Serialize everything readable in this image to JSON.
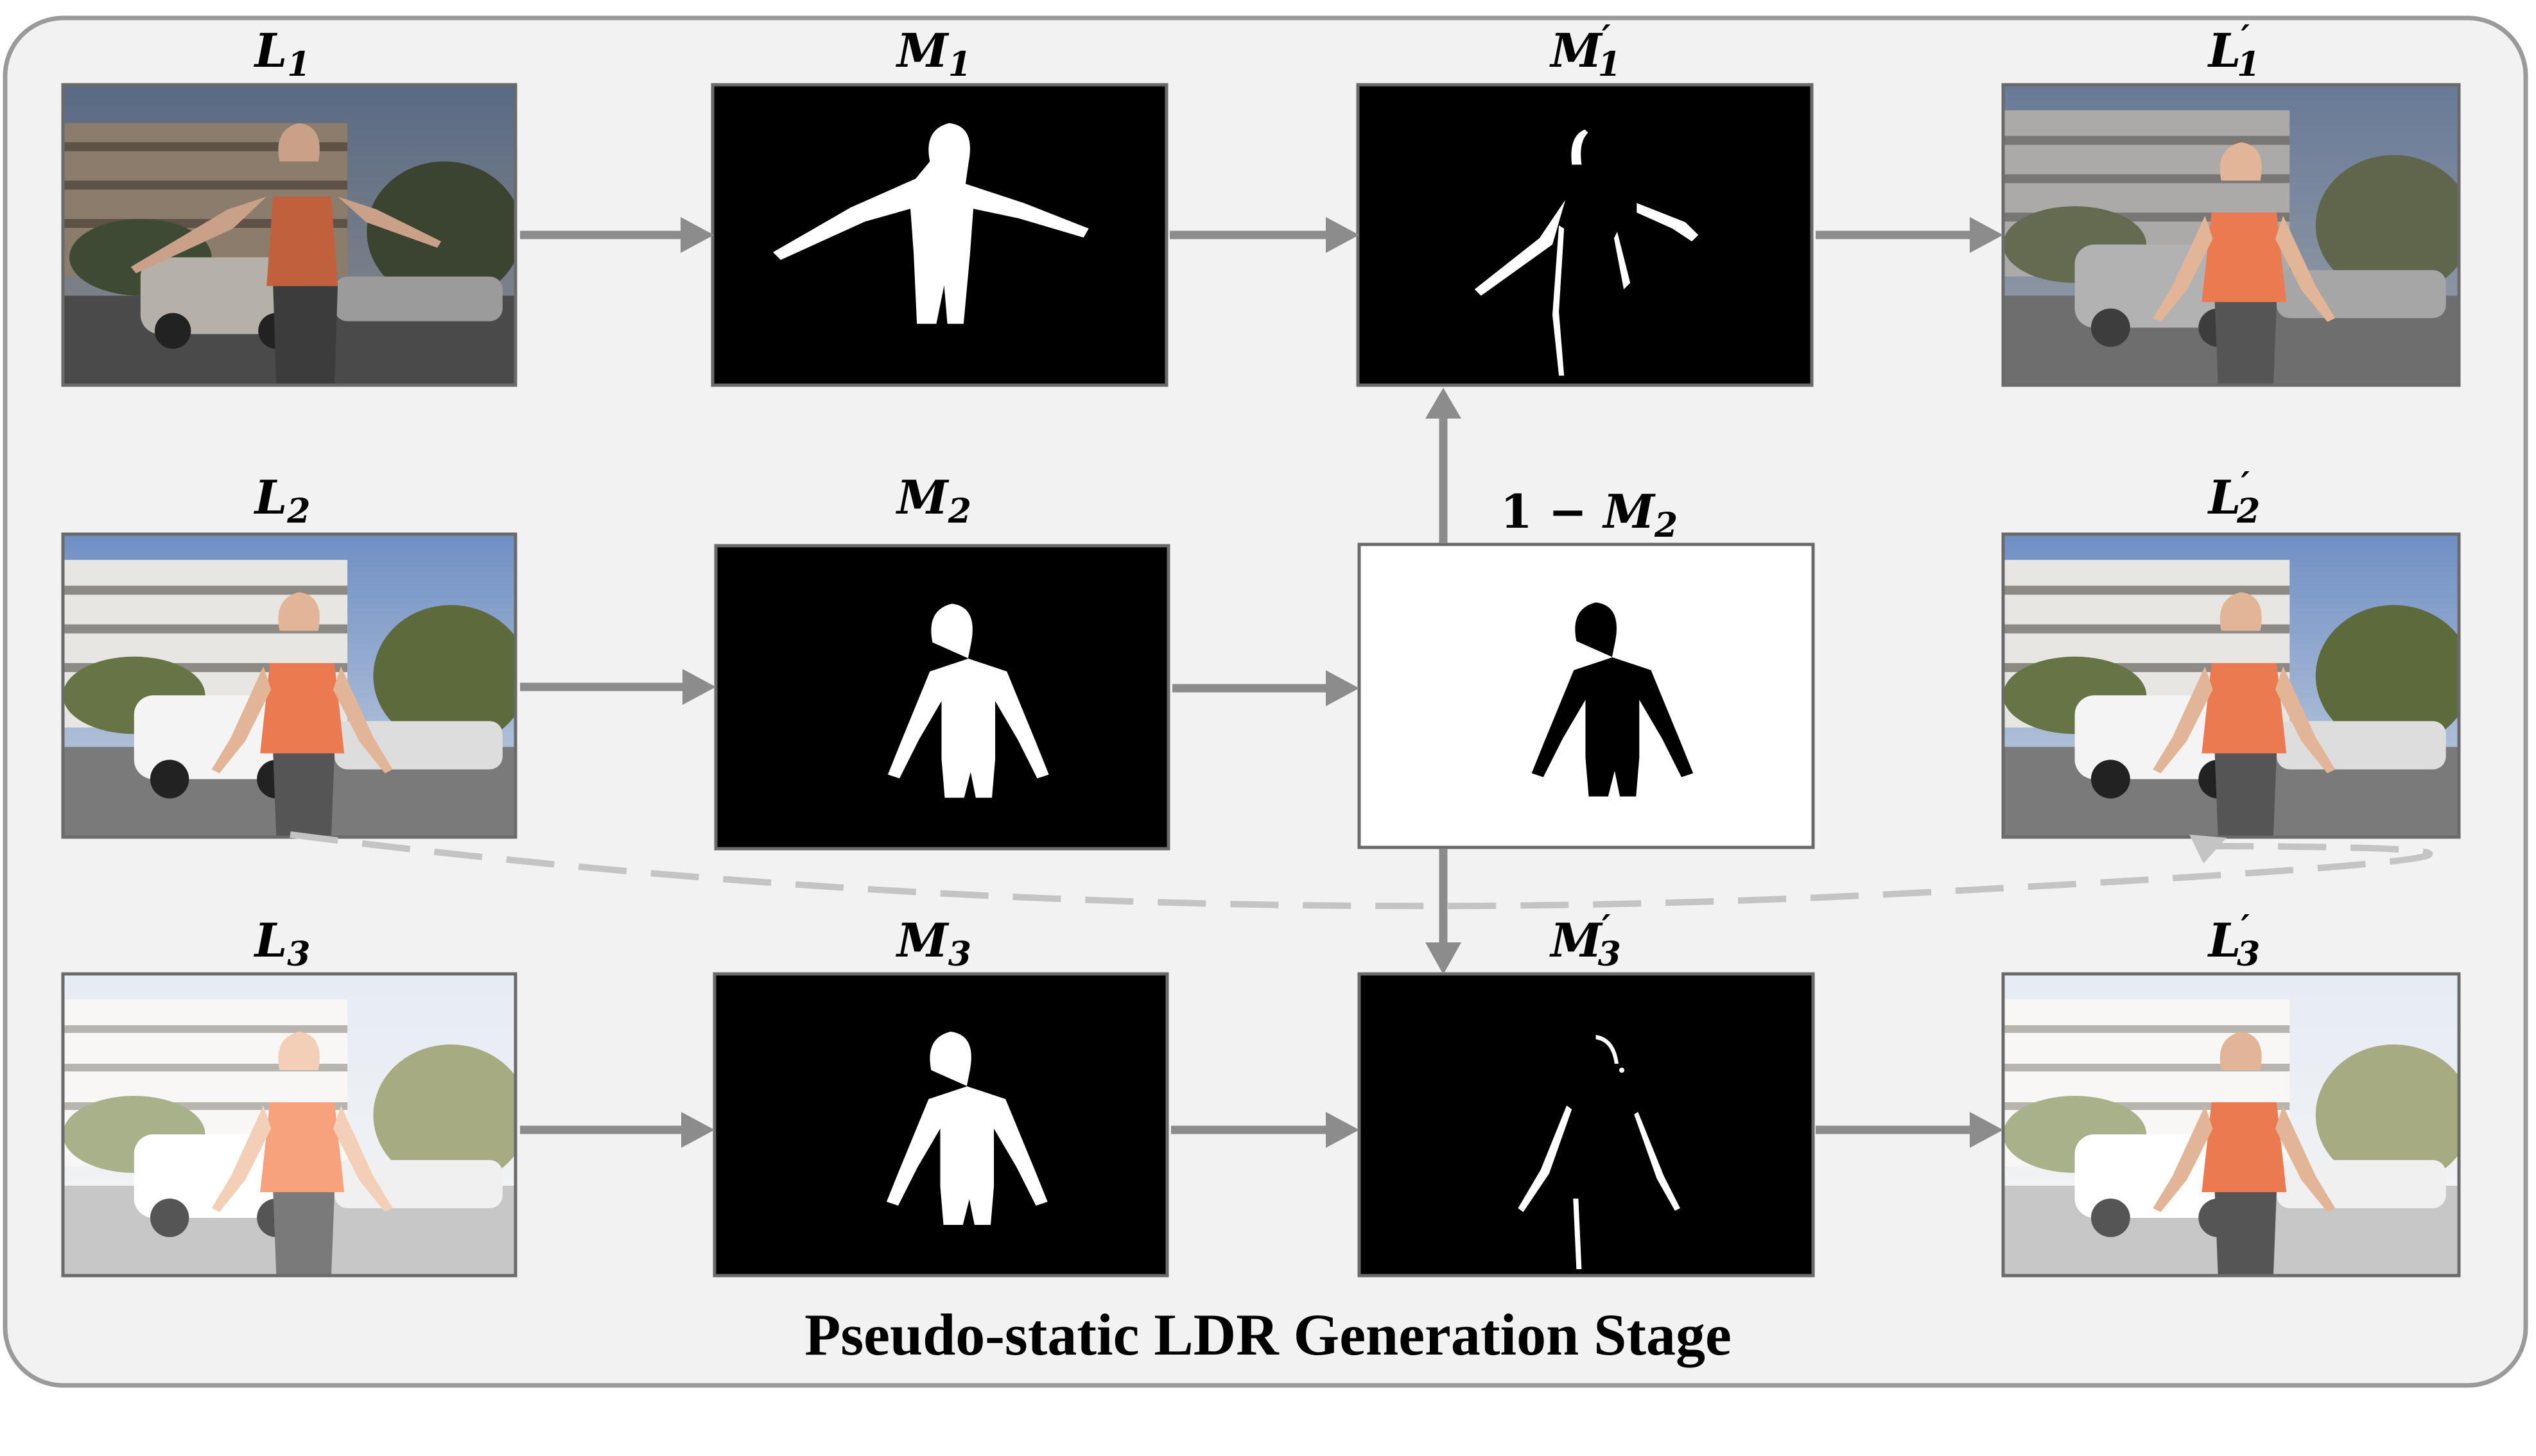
{
  "caption": "Pseudo-static LDR Generation Stage",
  "labels": {
    "L1": {
      "base": "L",
      "sub": "1",
      "prime": ""
    },
    "L2": {
      "base": "L",
      "sub": "2",
      "prime": ""
    },
    "L3": {
      "base": "L",
      "sub": "3",
      "prime": ""
    },
    "M1": {
      "base": "M",
      "sub": "1",
      "prime": ""
    },
    "M2": {
      "base": "M",
      "sub": "2",
      "prime": ""
    },
    "M3": {
      "base": "M",
      "sub": "3",
      "prime": ""
    },
    "M1p": {
      "base": "M",
      "sub": "1",
      "prime": "′"
    },
    "M3p": {
      "base": "M",
      "sub": "3",
      "prime": "′"
    },
    "L1p": {
      "base": "L",
      "sub": "1",
      "prime": "′"
    },
    "L2p": {
      "base": "L",
      "sub": "2",
      "prime": "′"
    },
    "L3p": {
      "base": "L",
      "sub": "3",
      "prime": "′"
    },
    "invM2": {
      "prefix": "1 − ",
      "base": "M",
      "sub": "2"
    }
  },
  "colors": {
    "panel_bg": "#f2f2f2",
    "arrow": "#8c8c8c",
    "dashed_arrow": "#c4c4c4",
    "mask_bg": "#000000",
    "mask_fg": "#ffffff",
    "shirt": "#e0704a"
  }
}
